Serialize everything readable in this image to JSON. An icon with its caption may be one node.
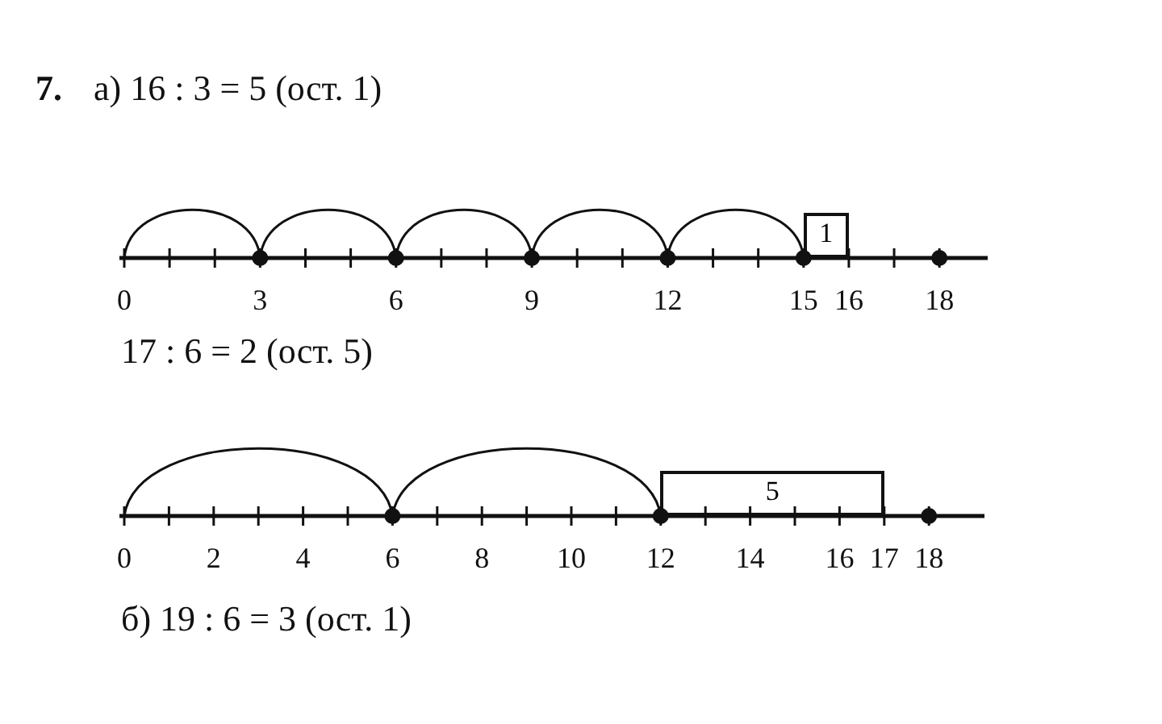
{
  "diagram": {
    "nodes": [
      {
        "text": [
          "1"
        ]
      },
      {
        "text": [
          "5"
        ]
      }
    ],
    "labels": [
      "7.",
      "а) 16 : 3 = 5 (ост. 1)",
      "0",
      "3",
      "6",
      "9",
      "12",
      "15",
      "16",
      "18",
      "17 : 6 = 2 (ост. 5)",
      "0",
      "2",
      "4",
      "6",
      "8",
      "10",
      "12",
      "14",
      "16",
      "17",
      "18",
      "б) 19 : 6 = 3 (ост. 1)"
    ]
  }
}
